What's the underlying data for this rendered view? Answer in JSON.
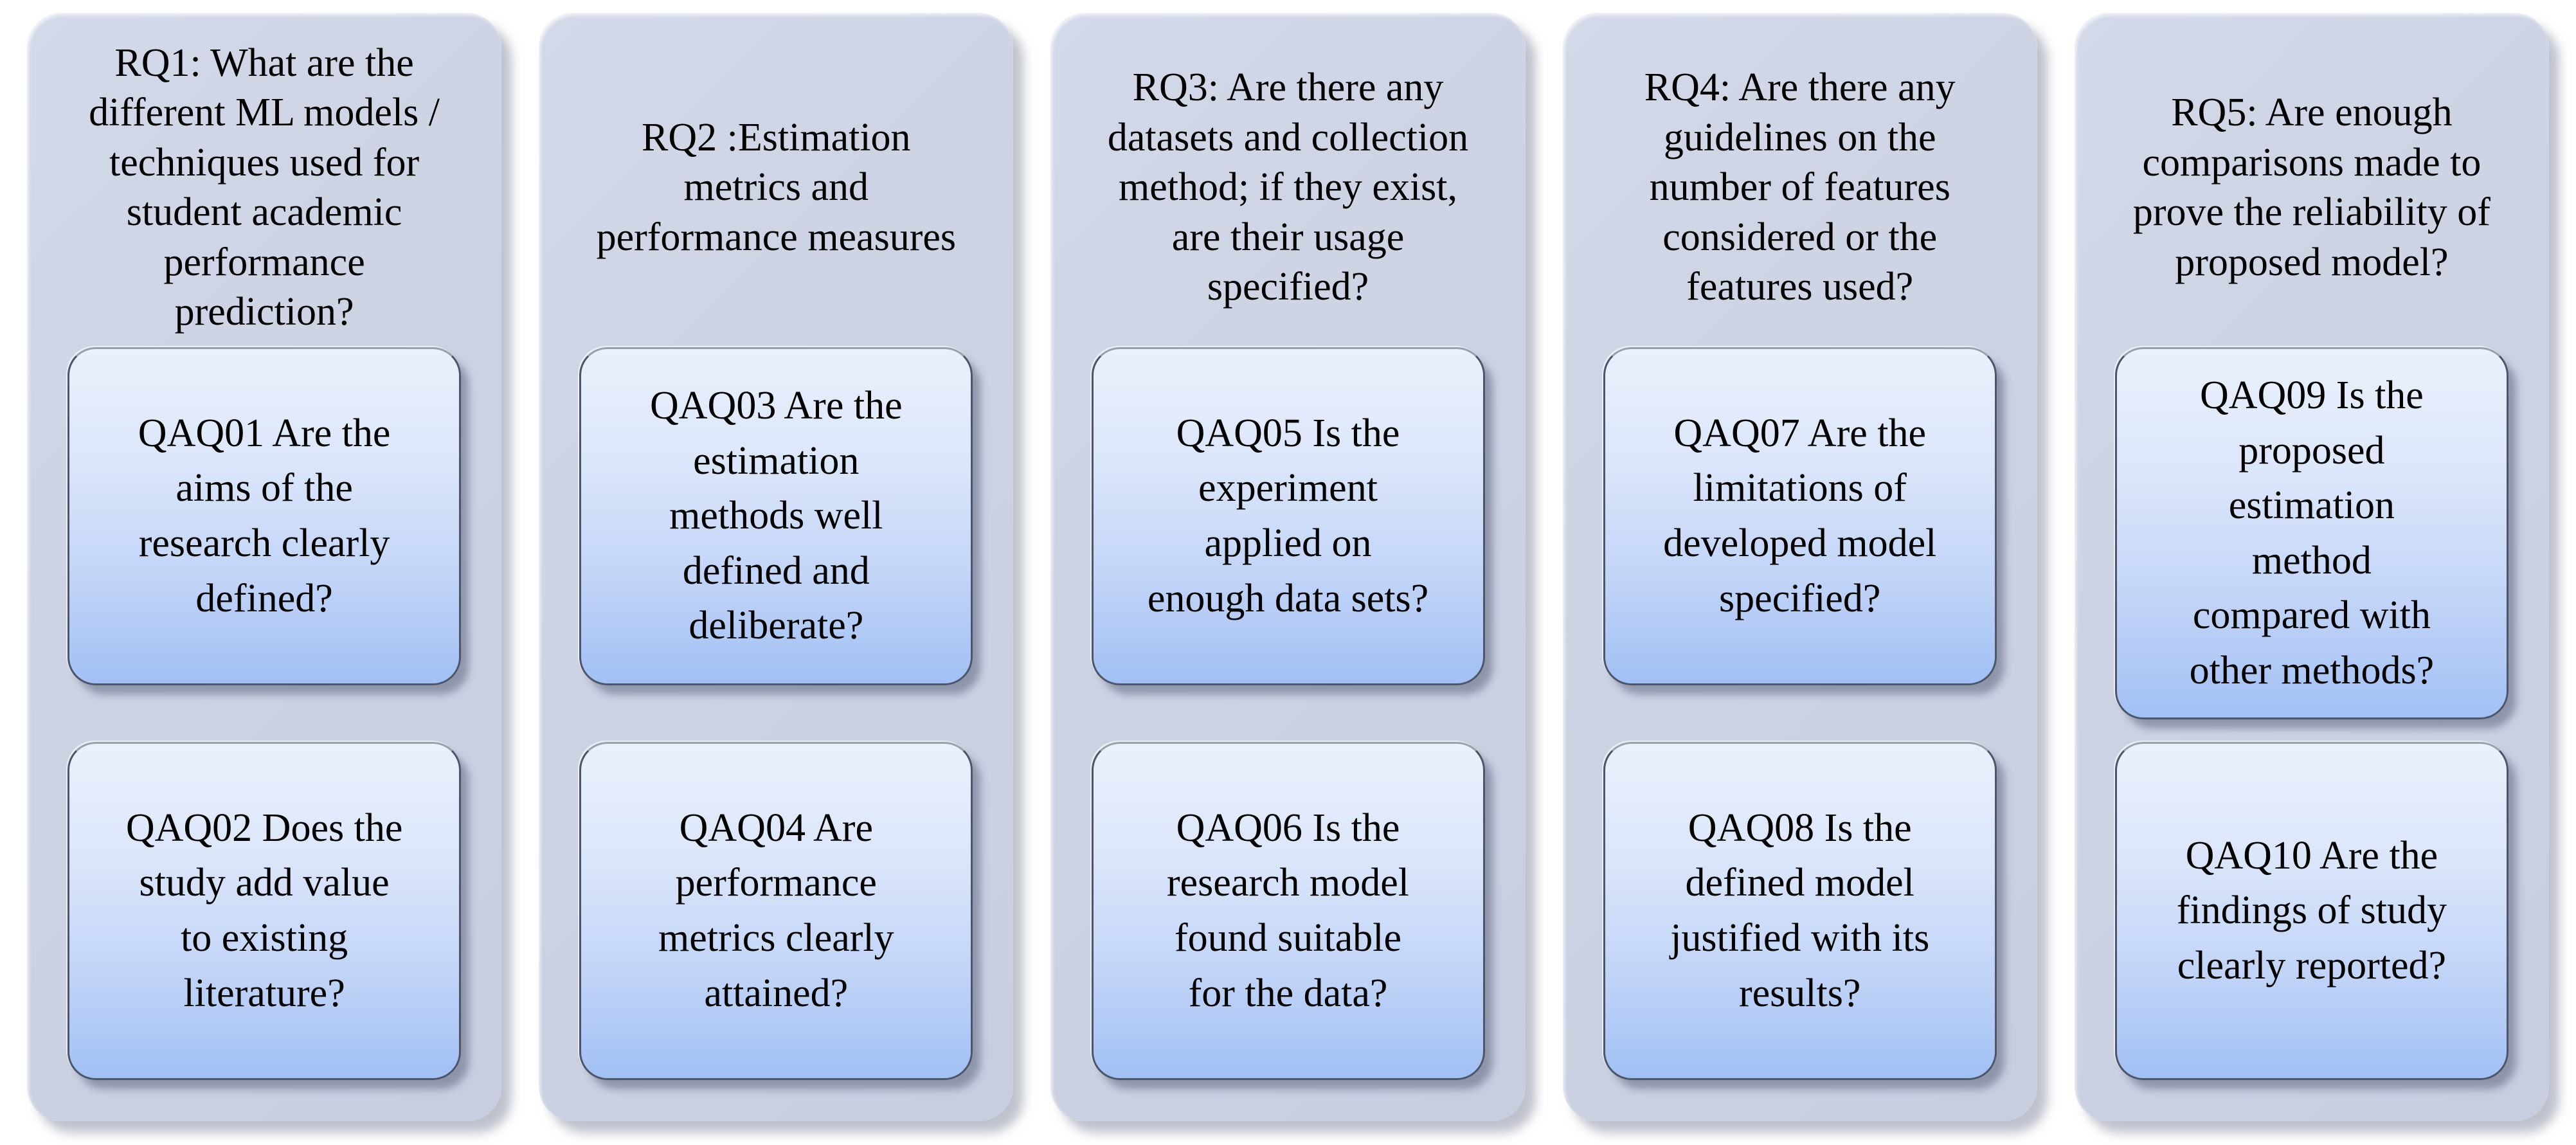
{
  "columns": [
    {
      "rq": "RQ1: What are the different ML models / techniques used for student academic performance prediction?",
      "boxes": [
        "QAQ01 Are the aims of the research clearly defined?",
        "QAQ02 Does the study add value to existing literature?"
      ]
    },
    {
      "rq": "RQ2 :Estimation metrics and performance measures",
      "boxes": [
        "QAQ03 Are the estimation methods well defined and deliberate?",
        "QAQ04 Are performance metrics clearly attained?"
      ]
    },
    {
      "rq": "RQ3: Are there any datasets and collection method; if they exist, are their usage specified?",
      "boxes": [
        "QAQ05 Is the experiment applied on enough data sets?",
        "QAQ06 Is the research model found suitable for the data?"
      ]
    },
    {
      "rq": "RQ4: Are there any guidelines on the number of features considered or the features used?",
      "boxes": [
        "QAQ07 Are the limitations of developed model specified?",
        "QAQ08 Is the defined model justified with its results?"
      ]
    },
    {
      "rq": "RQ5: Are enough comparisons made to prove the reliability of proposed model?",
      "boxes": [
        "QAQ09 Is the proposed estimation method compared with other methods?",
        "QAQ10 Are the findings of study clearly reported?"
      ]
    }
  ],
  "colors": {
    "page_background": "#ffffff",
    "column_background": "#cdd3e3",
    "box_gradient_top": "#eaf0fc",
    "box_gradient_bottom": "#a2c0f4",
    "box_border": "#4b566b",
    "text": "#000000"
  }
}
